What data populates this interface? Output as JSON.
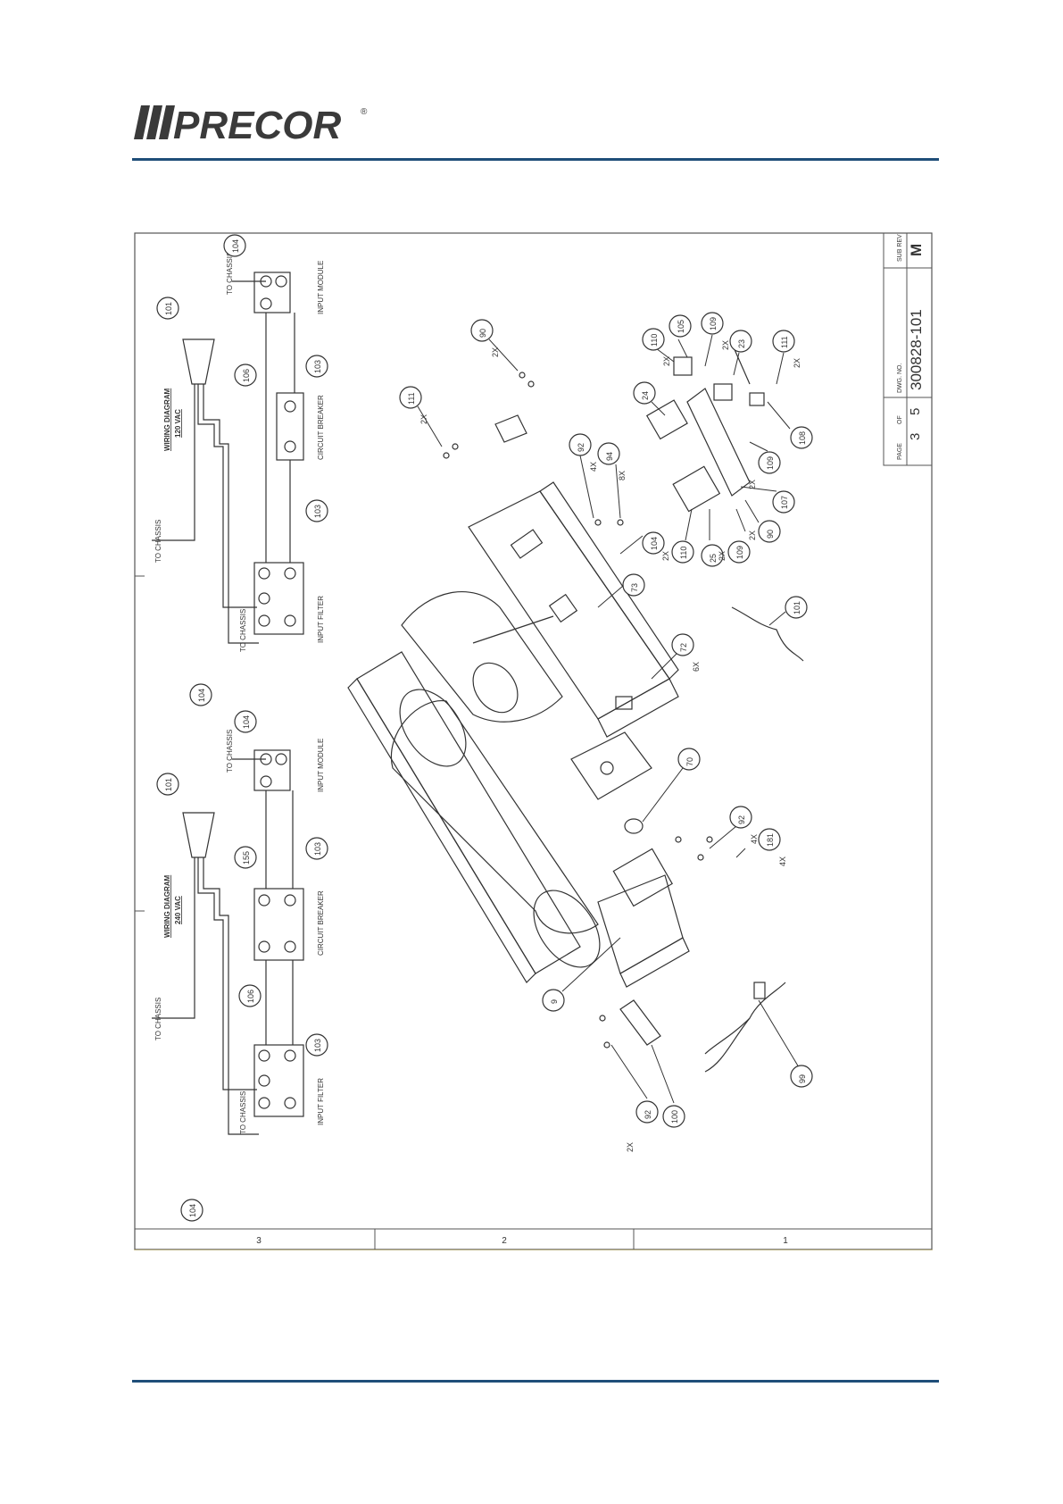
{
  "header": {
    "brand": "PRECOR",
    "brand_mark": "®",
    "accent_color": "#1f4e79"
  },
  "title_block": {
    "page_label": "PAGE",
    "of_label": "OF",
    "dwg_label": "DWG. NO.",
    "rev_label": "SUB REV",
    "page": "3",
    "of": "5",
    "dwg_no": "300828-101",
    "rev": "M"
  },
  "zones": [
    "3",
    "2",
    "1"
  ],
  "wiring_120": {
    "title_line1": "WIRING DIAGRAM",
    "title_line2": "120 VAC",
    "to_chassis": "TO CHASSIS",
    "input_module": "INPUT MODULE",
    "circuit_breaker": "CIRCUIT BREAKER",
    "input_filter": "INPUT FILTER",
    "callouts": [
      "101",
      "104",
      "106",
      "103",
      "103",
      "104"
    ]
  },
  "wiring_240": {
    "title_line1": "WIRING DIAGRAM",
    "title_line2": "240 VAC",
    "to_chassis": "TO CHASSIS",
    "input_module": "INPUT MODULE",
    "circuit_breaker": "CIRCUIT BREAKER",
    "input_filter": "INPUT FILTER",
    "callouts": [
      "101",
      "104",
      "155",
      "103",
      "106",
      "103",
      "104"
    ]
  },
  "parts": [
    {
      "num": "90",
      "qty": "2X"
    },
    {
      "num": "111",
      "qty": "2X"
    },
    {
      "num": "110",
      "qty": "2X"
    },
    {
      "num": "105",
      "qty": ""
    },
    {
      "num": "109",
      "qty": "2X"
    },
    {
      "num": "23",
      "qty": ""
    },
    {
      "num": "111",
      "qty": "2X"
    },
    {
      "num": "24",
      "qty": ""
    },
    {
      "num": "108",
      "qty": ""
    },
    {
      "num": "109",
      "qty": "2X"
    },
    {
      "num": "107",
      "qty": ""
    },
    {
      "num": "92",
      "qty": "4X"
    },
    {
      "num": "94",
      "qty": "8X"
    },
    {
      "num": "104",
      "qty": ""
    },
    {
      "num": "110",
      "qty": "2X"
    },
    {
      "num": "25",
      "qty": ""
    },
    {
      "num": "109",
      "qty": "2X"
    },
    {
      "num": "90",
      "qty": "2X"
    },
    {
      "num": "73",
      "qty": ""
    },
    {
      "num": "72",
      "qty": "6X"
    },
    {
      "num": "101",
      "qty": ""
    },
    {
      "num": "70",
      "qty": ""
    },
    {
      "num": "92",
      "qty": "4X"
    },
    {
      "num": "181",
      "qty": "4X"
    },
    {
      "num": "9",
      "qty": ""
    },
    {
      "num": "99",
      "qty": ""
    },
    {
      "num": "92",
      "qty": "2X"
    },
    {
      "num": "100",
      "qty": ""
    }
  ]
}
